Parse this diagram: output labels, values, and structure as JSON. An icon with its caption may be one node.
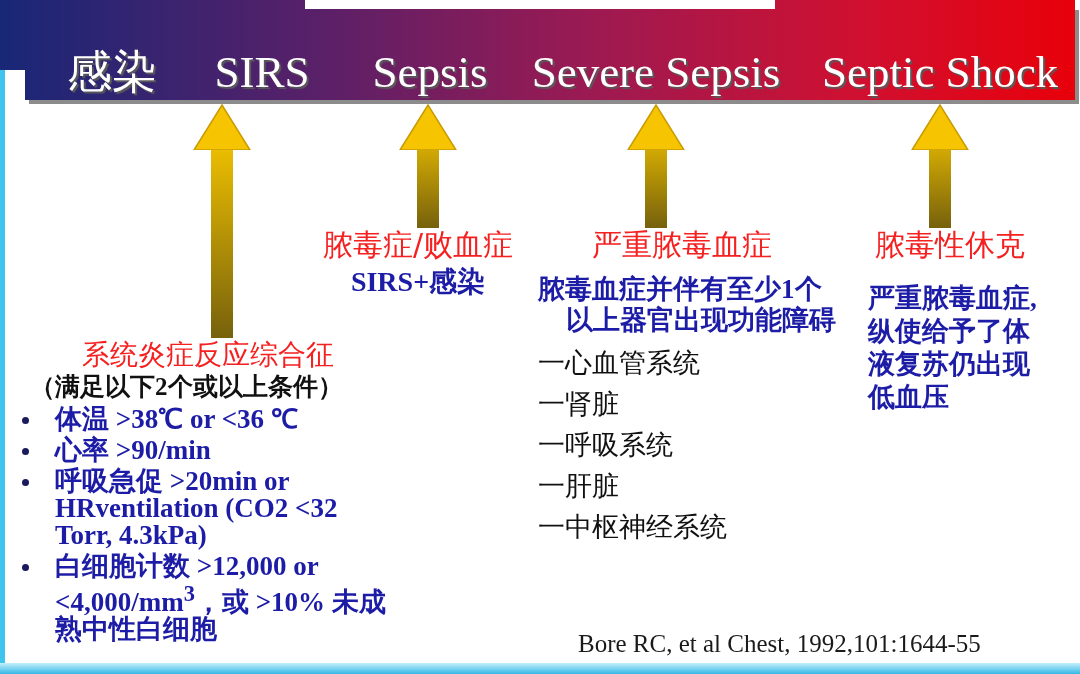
{
  "diagram": {
    "nodes": [
      {
        "text": [],
        "shape": "bar"
      },
      {
        "text": [
          "感染"
        ],
        "in": 0
      },
      {
        "text": [
          "SIRS"
        ],
        "in": 0
      },
      {
        "text": [
          "Sepsis"
        ],
        "in": 0
      },
      {
        "text": [
          "Severe Sepsis"
        ],
        "in": 0
      },
      {
        "text": [
          "Septic Shock"
        ],
        "in": 0
      },
      {
        "text": [
          "系统炎症反应综合征",
          "（满足以下2个或以上条件）",
          "体温 >38℃ or <36 ℃",
          "心率 >90/min",
          "呼吸急促 >20min or HRventilation (CO2 <32 Torr, 4.3kPa)",
          "白细胞计数 >12,000 or <4,000/mm$^{3}$，或 >10% 未成熟中性白细胞"
        ]
      },
      {
        "text": [
          "脓毒症/败血症",
          "SIRS+感染"
        ]
      },
      {
        "text": [
          "严重脓毒血症",
          "脓毒血症并伴有至少1个以上器官出现功能障碍",
          "一心血管系统",
          "一肾脏",
          "一呼吸系统",
          "一肝脏",
          "一中枢神经系统"
        ]
      },
      {
        "text": [
          "脓毒性休克",
          "严重脓毒血症,纵使给予了体液复苏仍出现低血压"
        ]
      }
    ],
    "edges": [
      {
        "from": 6,
        "to": 2,
        "arrow": "to"
      },
      {
        "from": 7,
        "to": 3,
        "arrow": "to"
      },
      {
        "from": 8,
        "to": 4,
        "arrow": "to"
      },
      {
        "from": 9,
        "to": 5,
        "arrow": "to"
      }
    ],
    "labels": [
      "Bore RC, et al Chest, 1992,101:1644-55"
    ]
  }
}
